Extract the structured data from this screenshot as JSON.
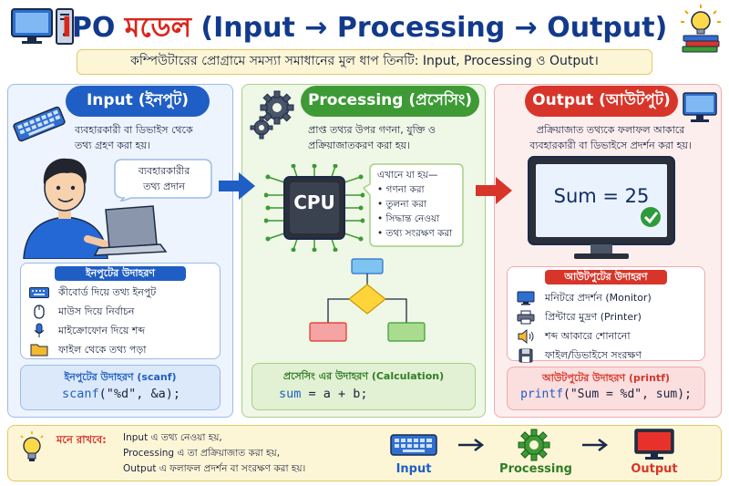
{
  "title": {
    "part1": "I",
    "part2": "PO",
    "part3": " মডেল ",
    "part4": "(Input → Processing → Output)"
  },
  "subtitle": "কম্পিউটারের প্রোগ্রামে সমস্যা সমাধানের মুল ধাপ তিনটি: Input, Processing ও Output।",
  "input": {
    "heading": "Input (ইনপুট)",
    "desc_line1": "ব্যবহারকারী বা ডিভাইস থেকে",
    "desc_line2": "তথ্য গ্রহণ করা হয়।",
    "bubble_line1": "ব্যবহারকারীর",
    "bubble_line2": "তথ্য প্রদান",
    "examples_title": "ইনপুটের উদাহরণ",
    "examples": [
      {
        "icon": "keyboard-icon",
        "label": "কীবোর্ড দিয়ে তথ্য ইনপুট"
      },
      {
        "icon": "mouse-icon",
        "label": "মাউস দিয়ে নির্বাচন"
      },
      {
        "icon": "microphone-icon",
        "label": "মাইক্রোফোন দিয়ে শব্দ"
      },
      {
        "icon": "folder-icon",
        "label": "ফাইল থেকে তথ্য পড়া"
      }
    ],
    "code_title": "ইনপুটের উদাহরণ (scanf)",
    "code_fn": "scanf",
    "code_rest": "(\"%d\", &a);"
  },
  "processing": {
    "heading": "Processing (প্রসেসিং)",
    "desc_line1": "প্রাপ্ত তথ্যর উপর গণনা, যুক্তি ও",
    "desc_line2": "প্রক্রিয়াজাতকরণ করা হয়।",
    "cpu_label": "CPU",
    "bubble_title": "এখানে যা হয়—",
    "bubble_items": [
      "গণনা করা",
      "তুলনা করা",
      "সিদ্ধান্ত নেওয়া",
      "তথ্য সংরক্ষণ করা"
    ],
    "code_title": "প্রসেসিং এর উদাহরণ (Calculation)",
    "code_var": "sum",
    "code_rest": " = a + b;"
  },
  "output": {
    "heading": "Output (আউটপুট)",
    "desc_line1": "প্রক্রিয়াজাত তথ্যকে ফলাফল আকারে",
    "desc_line2": "ব্যবহারকারী বা ডিভাইসে প্রদর্শন করা হয়।",
    "screen_text": "Sum = 25",
    "examples_title": "আউটপুটের উদাহরণ",
    "examples": [
      {
        "icon": "monitor-icon",
        "label": "মনিটরে প্রদর্শন (Monitor)"
      },
      {
        "icon": "printer-icon",
        "label": "প্রিন্টারে মুদ্রণ (Printer)"
      },
      {
        "icon": "speaker-icon",
        "label": "শব্দ আকারে শোনানো"
      },
      {
        "icon": "floppy-disk-icon",
        "label": "ফাইল/ডিভাইসে সংরক্ষণ"
      }
    ],
    "code_title": "আউটপুটের উদাহরণ (printf)",
    "code_fn": "printf",
    "code_rest": "(\"Sum = %d\", sum);"
  },
  "bottom": {
    "remember_label": "মনে রাখবে:",
    "line1": "Input এ তথ্য নেওয়া হয়,",
    "line2": "Processing এ তা প্রক্রিয়াজাত করা হয়,",
    "line3": "Output এ ফলাফল প্রদর্শন বা সংরক্ষণ করা হয়।",
    "flow": [
      "Input",
      "Processing",
      "Output"
    ]
  },
  "colors": {
    "input_blue": "#1f5ec4",
    "processing_green": "#3d9a35",
    "output_red": "#d8352a",
    "title_navy": "#123a8c"
  }
}
